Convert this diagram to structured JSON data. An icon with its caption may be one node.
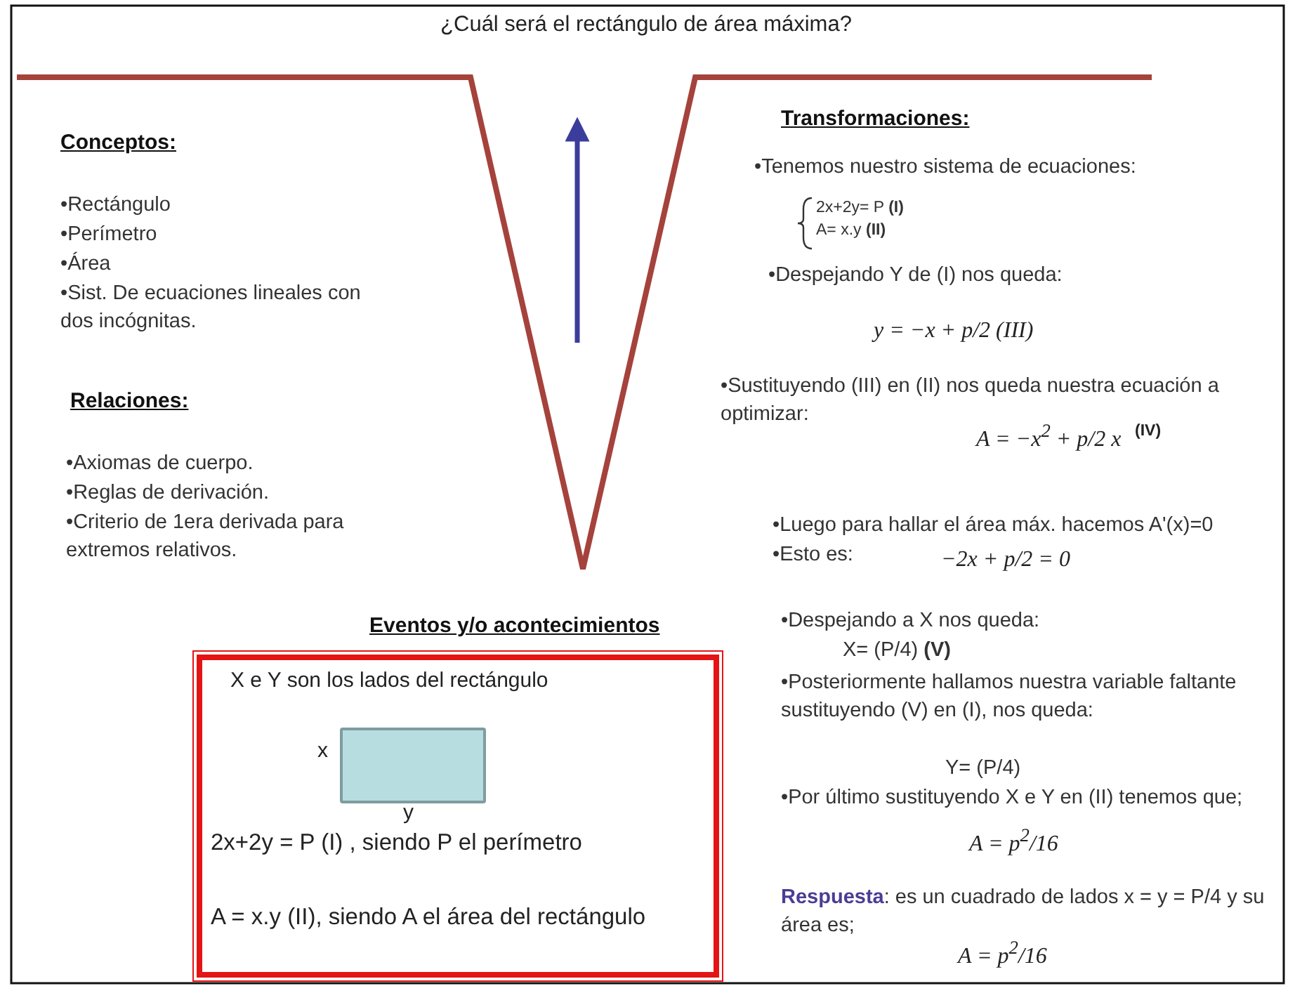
{
  "diagram": {
    "title": "¿Cuál será el rectángulo de área máxima?",
    "nodes": [
      {
        "text": [
          "Eventos y/o acontecimientos",
          "X e Y son los lados del rectángulo",
          "2x+2y = P (I) , siendo P el perímetro",
          "A = x.y (II), siendo A el área del rectángulo"
        ]
      },
      {
        "text": [],
        "shape": "box",
        "in": 0,
        "beside": [
          "x",
          "y"
        ]
      }
    ],
    "labels": [
      "Conceptos:",
      "•Rectángulo",
      "•Perímetro",
      "•Área",
      "•Sist. De ecuaciones lineales con dos incógnitas.",
      "Relaciones:",
      "•Axiomas de cuerpo.",
      "•Reglas de derivación.",
      "•Criterio de 1era derivada para extremos relativos.",
      "Transformaciones:",
      "•Tenemos nuestro sistema de ecuaciones:",
      "2x+2y= P **(I)**",
      "A= x.y **(II)**",
      "•Despejando Y de (I) nos queda:",
      "y = −x + p/2 (III)",
      "•Sustituyendo (III) en (II) nos queda nuestra ecuación a optimizar:",
      "A = −x$^{2}$ + p/2 x",
      "(IV)",
      "•Luego para hallar el área máx. hacemos A'(x)=0",
      "•Esto es:",
      "−2x + p/2 = 0",
      "•Despejando a X nos queda:",
      "X= (P/4) **(V)**",
      "•Posteriormente hallamos nuestra variable faltante sustituyendo (V) en (I), nos queda:",
      "Y= (P/4)",
      "•Por último sustituyendo X e Y en (II) tenemos que;",
      "A = p$^{2}$/16",
      "**Respuesta**: es un cuadrado de lados x = y = P/4 y su área es;",
      "A = p$^{2}$/16"
    ]
  }
}
